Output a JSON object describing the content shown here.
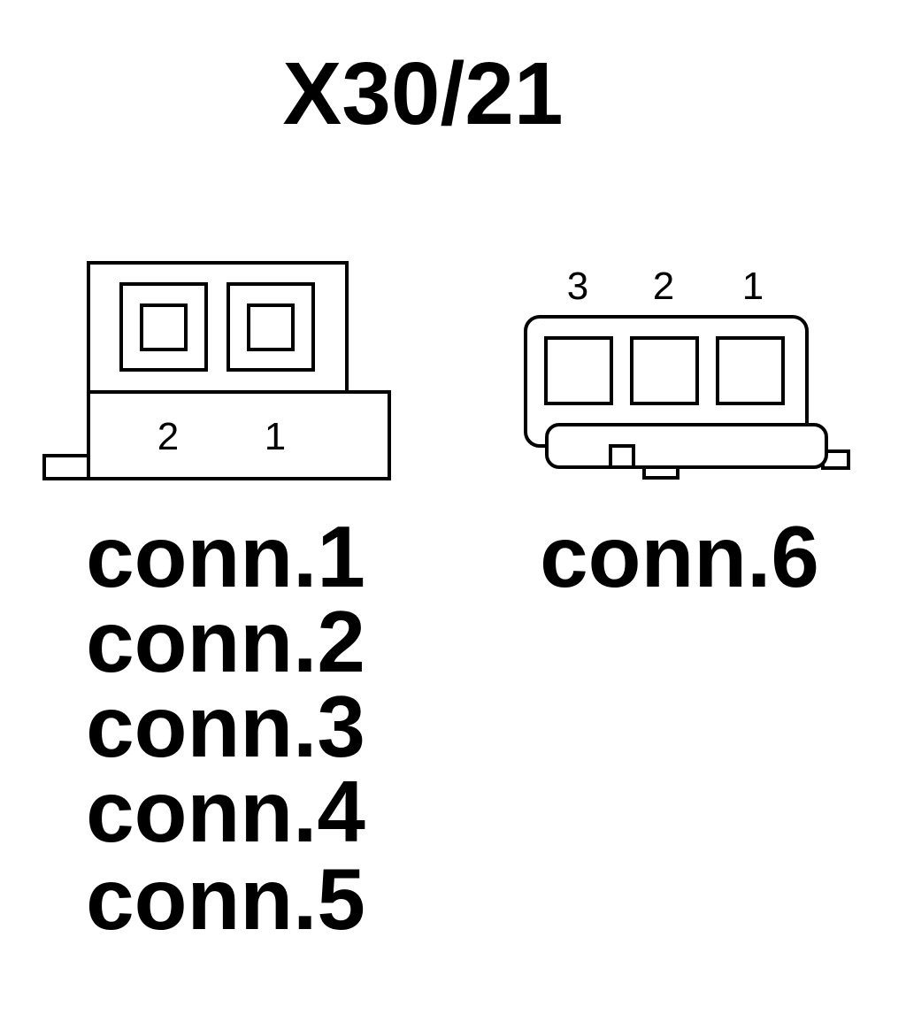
{
  "title": "X30/21",
  "connector_left": {
    "pin_labels": [
      "2",
      "1"
    ],
    "names": [
      "conn.1",
      "conn.2",
      "conn.3",
      "conn.4",
      "conn.5"
    ]
  },
  "connector_right": {
    "pin_labels": [
      "3",
      "2",
      "1"
    ],
    "names": [
      "conn.6"
    ]
  },
  "colors": {
    "line": "#000000",
    "background": "#ffffff"
  }
}
